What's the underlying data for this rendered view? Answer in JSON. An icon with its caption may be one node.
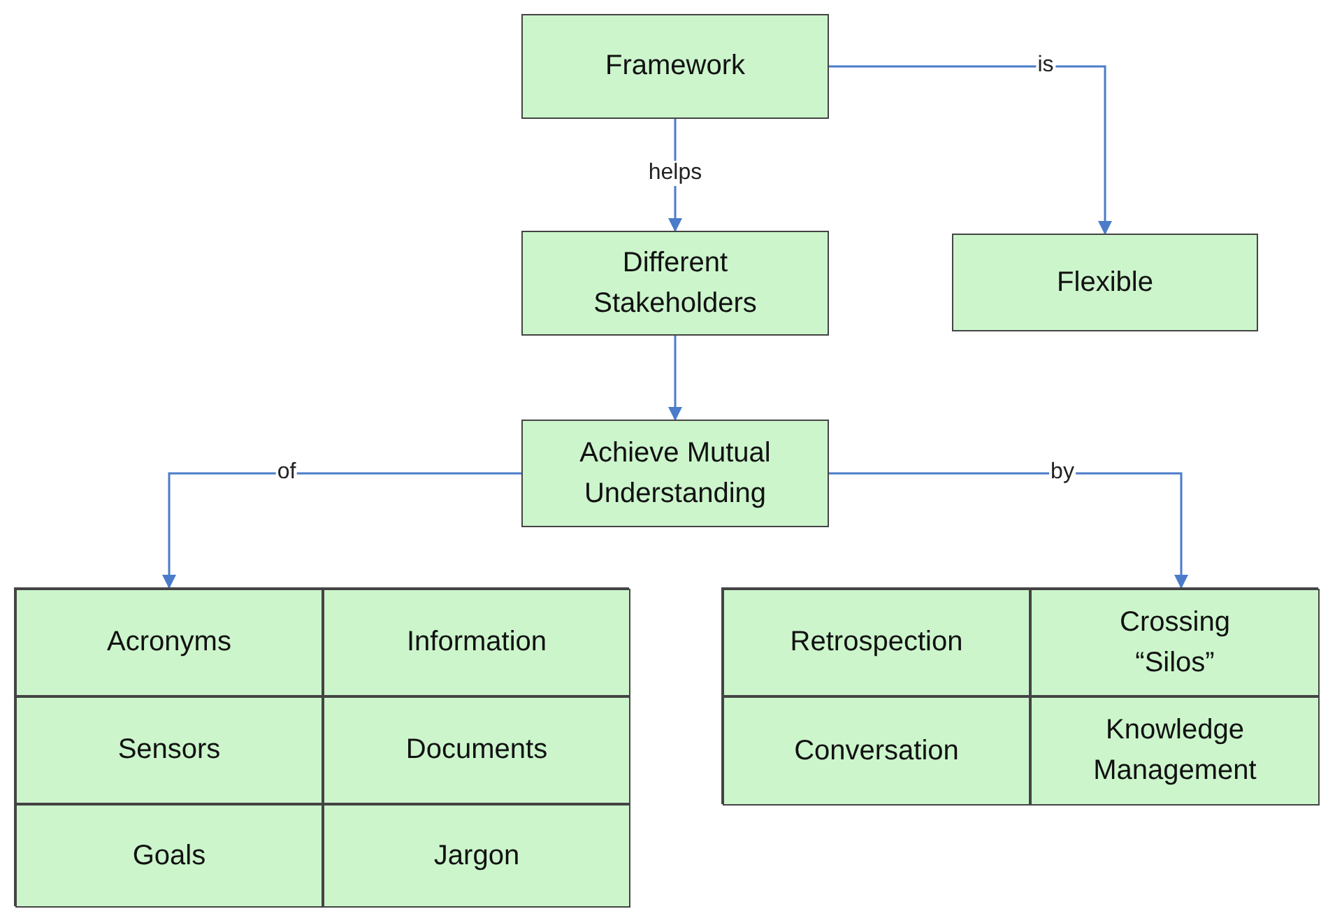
{
  "diagram": {
    "nodes": [
      {
        "text": [
          "Framework"
        ]
      },
      {
        "text": [
          "Different Stakeholders"
        ]
      },
      {
        "text": [
          "Flexible"
        ]
      },
      {
        "text": [
          "Achieve Mutual Understanding"
        ]
      },
      {
        "text": [],
        "shape": "box"
      },
      {
        "text": [
          "Acronyms"
        ],
        "in": 4
      },
      {
        "text": [
          "Information"
        ],
        "in": 4
      },
      {
        "text": [
          "Sensors"
        ],
        "in": 4
      },
      {
        "text": [
          "Documents"
        ],
        "in": 4
      },
      {
        "text": [
          "Goals"
        ],
        "in": 4
      },
      {
        "text": [
          "Jargon"
        ],
        "in": 4
      },
      {
        "text": [],
        "shape": "box"
      },
      {
        "text": [
          "Retrospection"
        ],
        "in": 11
      },
      {
        "text": [
          "Crossing “Silos”"
        ],
        "in": 11
      },
      {
        "text": [
          "Conversation"
        ],
        "in": 11
      },
      {
        "text": [
          "Knowledge Management"
        ],
        "in": 11
      }
    ],
    "edges": [
      {
        "from": 0,
        "to": 1,
        "arrow": "to",
        "label": "helps"
      },
      {
        "from": 0,
        "to": 2,
        "arrow": "to",
        "label": "is"
      },
      {
        "from": 1,
        "to": 3,
        "arrow": "to"
      },
      {
        "from": 3,
        "to": 4,
        "arrow": "to",
        "label": "of"
      },
      {
        "from": 3,
        "to": 11,
        "arrow": "to",
        "label": "by"
      }
    ]
  }
}
